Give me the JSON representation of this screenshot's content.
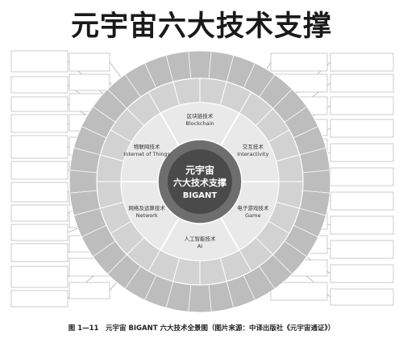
{
  "title": "元宇宙六大技术支撑",
  "center": {
    "line1": "元宇宙",
    "line2": "六大技术支撑",
    "line3": "BIGANT"
  },
  "pillars": [
    {
      "zh": "区块链技术",
      "en": "Blockchain"
    },
    {
      "zh": "交互技术",
      "en": "Interactivity"
    },
    {
      "zh": "电子游戏技术",
      "en": "Game"
    },
    {
      "zh": "人工智能技术",
      "en": "AI"
    },
    {
      "zh": "网络及运算技术",
      "en": "Network"
    },
    {
      "zh": "物联网技术",
      "en": "Internet of Things"
    }
  ],
  "caption": "图 1—11　元宇宙 BIGANT 六大技术全景图（图片来源：中译出版社《元宇宙通证》）",
  "colors": {
    "hub": "#4a4a4a",
    "inner_ring": "#6e6e6e",
    "pillar_ring": "#e9e9e9",
    "middle_ring": "#d2d2d2",
    "outer_ring": "#bdbdbd"
  }
}
